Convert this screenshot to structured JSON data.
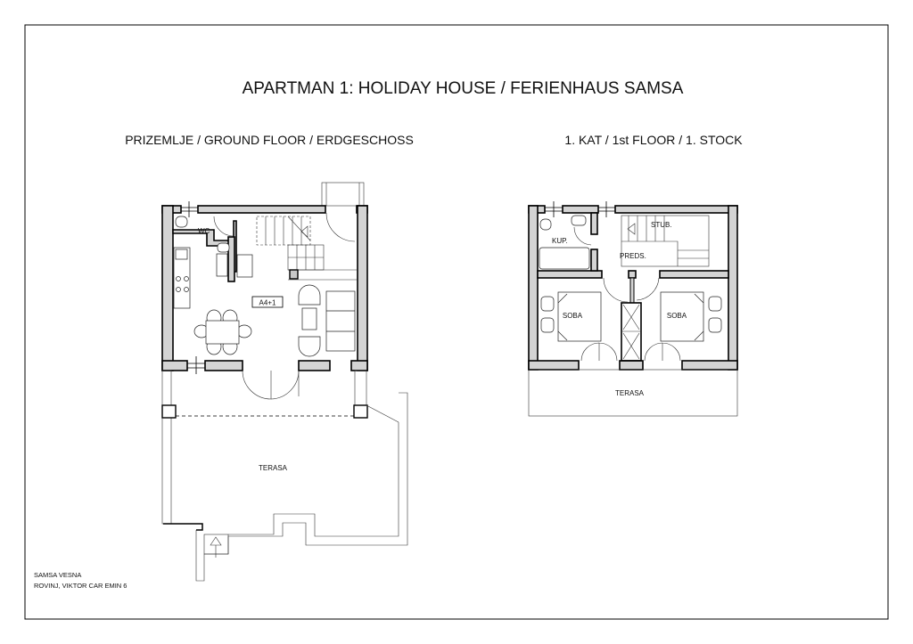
{
  "title": "APARTMAN 1: HOLIDAY HOUSE / FERIENHAUS SAMSA",
  "ground_floor": {
    "heading": "PRIZEMLJE / GROUND FLOOR / ERDGESCHOSS",
    "rooms": {
      "wc": "WC",
      "unit": "A4+1",
      "terrace": "TERASA"
    }
  },
  "first_floor": {
    "heading": "1. KAT / 1st FLOOR / 1. STOCK",
    "rooms": {
      "bath": "KUP.",
      "hall": "PREDS.",
      "stairs": "STUB.",
      "room_left": "SOBA",
      "room_right": "SOBA",
      "terrace": "TERASA"
    }
  },
  "owner": {
    "name": "SAMSA VESNA",
    "address": "ROVINJ, VIKTOR CAR EMIN 6"
  }
}
